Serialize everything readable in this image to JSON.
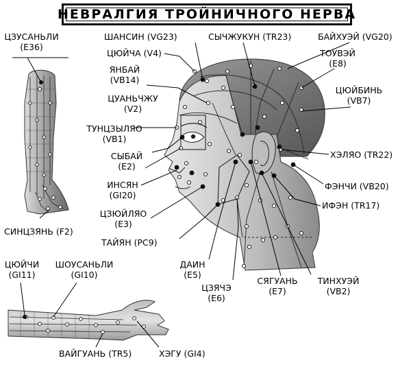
{
  "title": "НЕВРАЛГИЯ ТРОЙНИЧНОГО НЕРВА",
  "points": {
    "e36": {
      "name": "ЦЗУСАНЬЛИ",
      "code": "(Е36)"
    },
    "vg23": {
      "name": "ШАНСИН (VG23)"
    },
    "tr23": {
      "name": "СЫЧЖУКУН (TR23)"
    },
    "vg20": {
      "name": "БАЙХУЭЙ (VG20)"
    },
    "v4": {
      "name": "ЦЮЙЧА (V4)"
    },
    "e8": {
      "name": "ТОУВЭЙ",
      "code": "(Е8)"
    },
    "vb14": {
      "name": "ЯНБАЙ",
      "code": "(VB14)"
    },
    "vb7": {
      "name": "ЦЮЙБИНЬ",
      "code": "(VB7)"
    },
    "v2": {
      "name": "ЦУАНЬЧЖУ",
      "code": "(V2)"
    },
    "vb1": {
      "name": "ТУНЦЗЫЛЯО",
      "code": "(VB1)"
    },
    "tr22": {
      "name": "ХЭЛЯО (TR22)"
    },
    "e2": {
      "name": "СЫБАЙ",
      "code": "(Е2)"
    },
    "gi20": {
      "name": "ИНСЯН",
      "code": "(GI20)"
    },
    "vb20": {
      "name": "ФЭНЧИ (VB20)"
    },
    "tr17": {
      "name": "ИФЭН (TR17)"
    },
    "e3": {
      "name": "ЦЗЮЙЛЯО",
      "code": "(Е3)"
    },
    "f2": {
      "name": "СИНЦЗЯНЬ (F2)"
    },
    "pc9": {
      "name": "ТАЙЯН (PC9)"
    },
    "e5": {
      "name": "ДАИН",
      "code": "(Е5)"
    },
    "gi11": {
      "name": "ЦЮЙЧИ",
      "code": "(GI11)"
    },
    "gi10": {
      "name": "ШОУСАНЬЛИ",
      "code": "(GI10)"
    },
    "e6": {
      "name": "ЦЗЯЧЭ",
      "code": "(Е6)"
    },
    "e7": {
      "name": "СЯГУАНЬ",
      "code": "(Е7)"
    },
    "vb2": {
      "name": "ТИНХУЭЙ",
      "code": "(VB2)"
    },
    "tr5": {
      "name": "ВАЙГУАНЬ (TR5)"
    },
    "gi4": {
      "name": "ХЭГУ (GI4)"
    }
  }
}
